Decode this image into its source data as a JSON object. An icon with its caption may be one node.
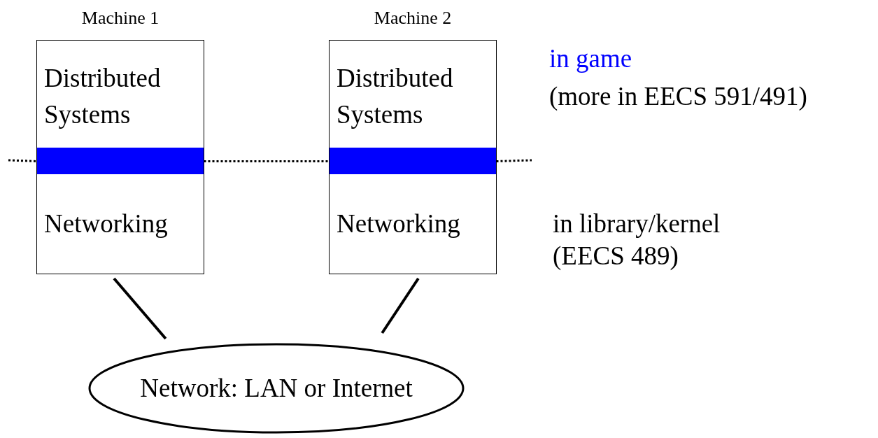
{
  "diagram": {
    "nodes": [
      {
        "text": [
          "Machine 1"
        ]
      },
      {
        "text": [
          "Distributed Systems"
        ],
        "in": 0
      },
      {
        "text": [],
        "shape": "bar",
        "in": 0
      },
      {
        "text": [
          "Networking"
        ],
        "in": 0
      },
      {
        "text": [
          "Machine 2"
        ]
      },
      {
        "text": [
          "Distributed Systems"
        ],
        "in": 4
      },
      {
        "text": [],
        "shape": "bar",
        "in": 4
      },
      {
        "text": [
          "Networking"
        ],
        "in": 4
      },
      {
        "text": [
          "Network: LAN or Internet"
        ]
      }
    ],
    "edges": [
      {
        "from": 0,
        "to": 8,
        "arrow": "none"
      },
      {
        "from": 4,
        "to": 8,
        "arrow": "none"
      },
      {
        "from": null,
        "to": 2,
        "arrow": "none",
        "style": "dashed"
      },
      {
        "from": 2,
        "to": 6,
        "arrow": "none",
        "style": "dashed"
      },
      {
        "from": 6,
        "to": null,
        "arrow": "none",
        "style": "dashed"
      }
    ],
    "labels": [
      "in game",
      "(more in EECS 591/491)",
      "in library/kernel",
      "(EECS 489)"
    ]
  }
}
